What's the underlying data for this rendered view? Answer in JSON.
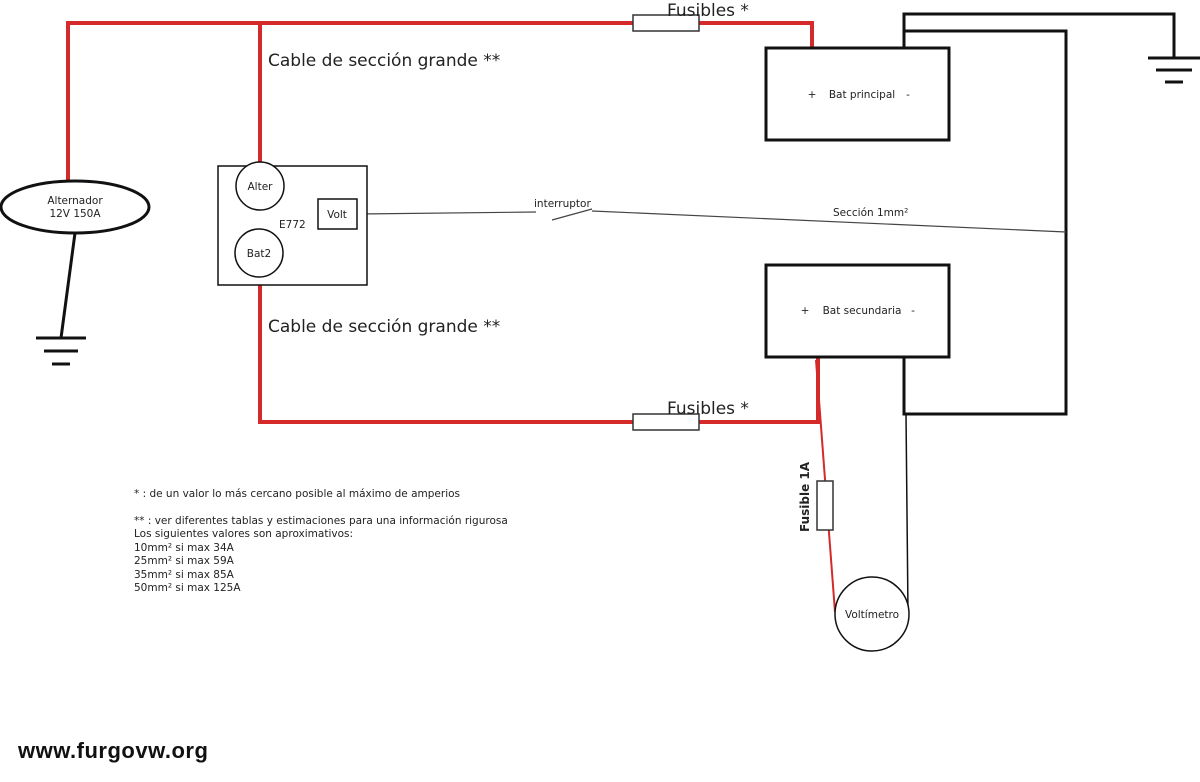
{
  "labels": {
    "fuses_top": "Fusibles *",
    "fuses_bottom": "Fusibles *",
    "cable_top": "Cable de sección grande **",
    "cable_bottom": "Cable de sección grande **",
    "alternator_line1": "Alternador",
    "alternator_line2": "12V 150A",
    "relay_alter": "Alter",
    "relay_bat2": "Bat2",
    "relay_model": "E772",
    "relay_volt": "Volt",
    "switch": "interruptor",
    "wire_section": "Sección 1mm²",
    "bat_main_plus": "+",
    "bat_main_name": "Bat principal",
    "bat_main_minus": "-",
    "bat_sec_plus": "+",
    "bat_sec_name": "Bat secundaria",
    "bat_sec_minus": "-",
    "fuse_1a": "Fusible 1A",
    "voltmeter": "Voltímetro"
  },
  "notes": {
    "note1": "* : de un valor lo más cercano posible al máximo de amperios",
    "note2": "** : ver diferentes tablas  y estimaciones para una información rigurosa",
    "note3": "Los siguientes valores son aproximativos:",
    "values": [
      "10mm² si max 34A",
      "25mm² si max 59A",
      "35mm² si max 85A",
      "50mm² si max 125A"
    ]
  },
  "watermark": "www.furgovw.org",
  "colors": {
    "power_wire": "#d42a2a",
    "ground_wire": "#111111",
    "signal_wire": "#444444"
  }
}
